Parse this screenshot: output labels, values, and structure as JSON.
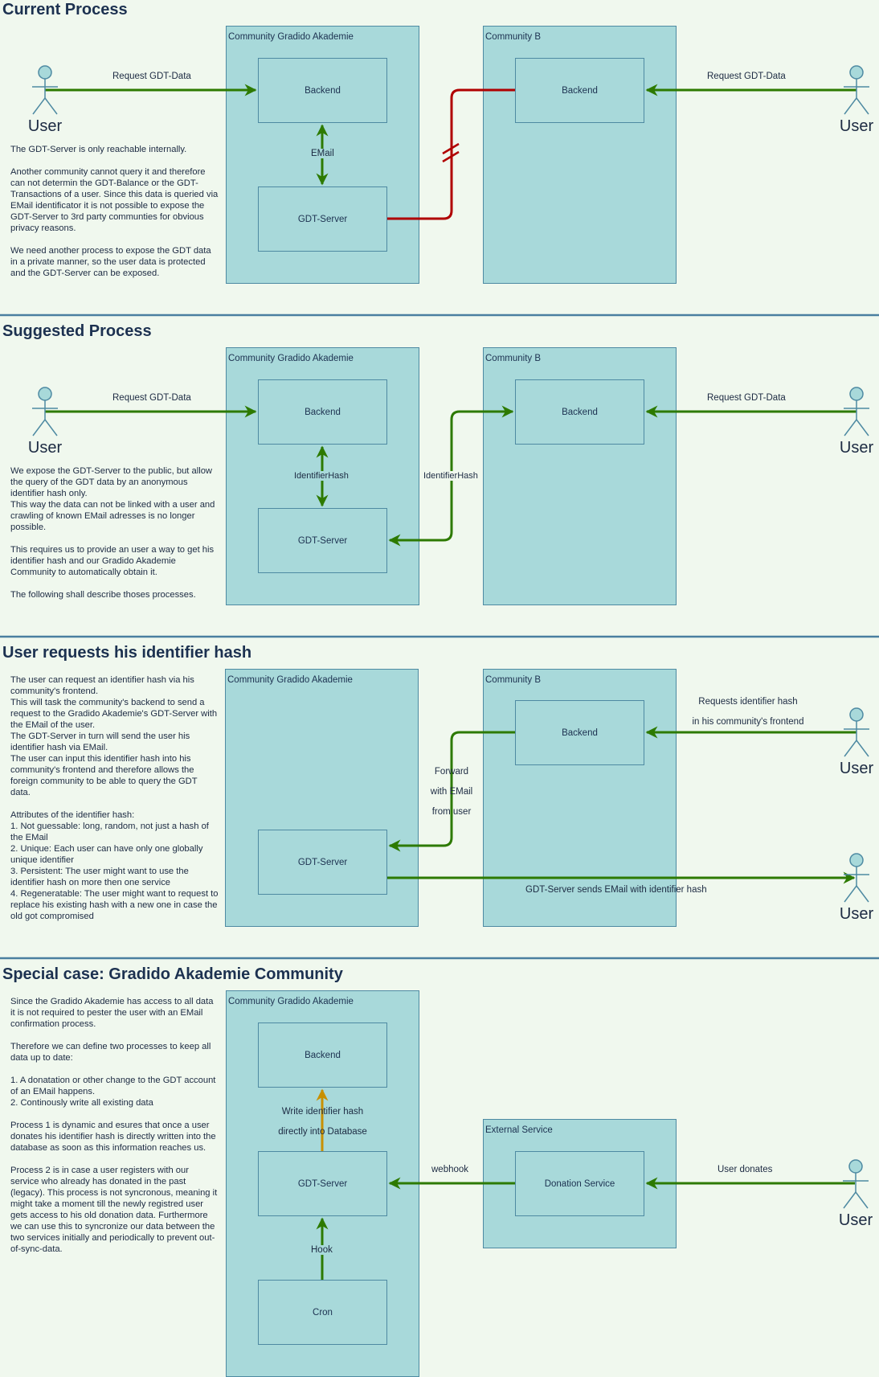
{
  "colors": {
    "background": "#f0f8ee",
    "box_fill": "#a8d9da",
    "box_stroke": "#4e8aa2",
    "flow_green": "#2d7a00",
    "blocked_red": "#b00000",
    "write_amber": "#c89000",
    "separator": "#4a7fa0"
  },
  "actor_label": "User",
  "section1": {
    "title": "Current Process",
    "community_a": "Community Gradido Akademie",
    "community_b": "Community B",
    "backend_a": "Backend",
    "backend_b": "Backend",
    "gdt_server": "GDT-Server",
    "edge_request_left": "Request GDT-Data",
    "edge_request_right": "Request GDT-Data",
    "edge_email": "EMail",
    "description": "The GDT-Server is only reachable internally.\n\nAnother community cannot query it and therefore can not determin the GDT-Balance or the GDT-Transactions of a user. Since this data is queried via EMail identificator it is not possible to expose the GDT-Server to 3rd party communties for obvious privacy reasons.\n\nWe need another process to expose the GDT data in a private manner, so the user data is protected and the GDT-Server can be exposed."
  },
  "section2": {
    "title": "Suggested Process",
    "community_a": "Community Gradido Akademie",
    "community_b": "Community B",
    "backend_a": "Backend",
    "backend_b": "Backend",
    "gdt_server": "GDT-Server",
    "edge_request_left": "Request GDT-Data",
    "edge_request_right": "Request GDT-Data",
    "edge_hash_internal": "IdentifierHash",
    "edge_hash_external": "IdentifierHash",
    "description": "We expose the GDT-Server to the public, but allow the query of the GDT data by an anonymous identifier hash only.\nThis way the data can not be linked with a user and crawling of known EMail adresses is no longer possible.\n\nThis requires us to provide an user a way to get his identifier hash and our Gradido Akademie Community to automatically obtain it.\n\nThe following shall describe thoses processes."
  },
  "section3": {
    "title": "User requests his identifier hash",
    "community_a": "Community Gradido Akademie",
    "community_b": "Community B",
    "backend_b": "Backend",
    "gdt_server": "GDT-Server",
    "edge_request_line1": "Requests identifier hash",
    "edge_request_line2": "in his community's frontend",
    "edge_forward_line1": "Forward",
    "edge_forward_line2": "with EMail",
    "edge_forward_line3": "from user",
    "edge_email_hash": "GDT-Server sends EMail with identifier hash",
    "description": "The user can request an identifier hash via his community's frontend.\nThis will task the community's backend to send a request to the Gradido Akademie's GDT-Server with the EMail of the user.\nThe GDT-Server in turn will send the user his identifier hash via EMail.\nThe user can input this identifier hash into his community's frontend and therefore allows the foreign community to be able to query the GDT data.\n\nAttributes of the identifier hash:\n1. Not guessable: long, random, not just a hash of the EMail\n2. Unique: Each user can have only one globally unique identifier\n3. Persistent: The user might want to use the identifier hash on more then one service\n4. Regeneratable: The user might want to request to replace his existing hash with a new one in case the old got compromised"
  },
  "section4": {
    "title": "Special case: Gradido Akademie Community",
    "community_a": "Community Gradido Akademie",
    "external_service": "External Service",
    "backend": "Backend",
    "gdt_server": "GDT-Server",
    "cron": "Cron",
    "donation_service": "Donation Service",
    "edge_write_line1": "Write identifier hash",
    "edge_write_line2": "directly into Database",
    "edge_hook": "Hook",
    "edge_webhook": "webhook",
    "edge_donates": "User donates",
    "description": "Since the Gradido Akademie has access to all data it is not required to pester the user with an EMail confirmation process.\n\nTherefore we can define two processes to keep all data up to date:\n\n1. A donatation or other change to the GDT account of an EMail happens.\n2. Continously write all existing data\n\nProcess 1 is dynamic and esures that once a user donates his identifier hash is directly written into the database as soon as this information reaches us.\n\nProcess 2 is in case a user registers with our service who already has donated in the past (legacy). This process is not syncronous, meaning it might take a moment till the newly registred user gets access to his old donation data. Furthermore we can use this to syncronize our data between the two services initially and periodically to prevent out-of-sync-data."
  }
}
